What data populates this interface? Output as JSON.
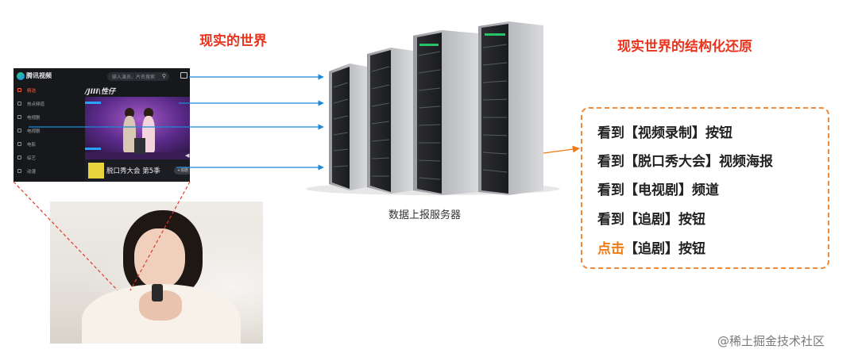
{
  "titles": {
    "real_world": "现实的世界",
    "structured": "现实世界的结构化还原"
  },
  "app": {
    "logo_text": "腾讯视频",
    "search_placeholder": "输入演员、片名搜索",
    "hero_title": "/JIII\\性仔",
    "sidebar": [
      "精选",
      "热点频道",
      "电视剧",
      "电视剧",
      "电影",
      "综艺",
      "动漫"
    ],
    "active_index": 0,
    "show_name": "脱口秀大会 第5季",
    "follow_btn": "+追剧"
  },
  "server_label": "数据上报服务器",
  "results": [
    {
      "action": "看到",
      "text": "【视频录制】按钮",
      "highlight": false
    },
    {
      "action": "看到",
      "text": "【脱口秀大会】视频海报",
      "highlight": false
    },
    {
      "action": "看到",
      "text": "【电视剧】频道",
      "highlight": false
    },
    {
      "action": "看到",
      "text": "【追剧】按钮",
      "highlight": false
    },
    {
      "action": "点击",
      "text": "【追剧】按钮",
      "highlight": true
    }
  ],
  "colors": {
    "title_red": "#e8341c",
    "arrow_blue": "#1e88d8",
    "arrow_orange": "#f07a12",
    "dashed_red": "#e0392b"
  },
  "watermark": "@稀土掘金技术社区"
}
